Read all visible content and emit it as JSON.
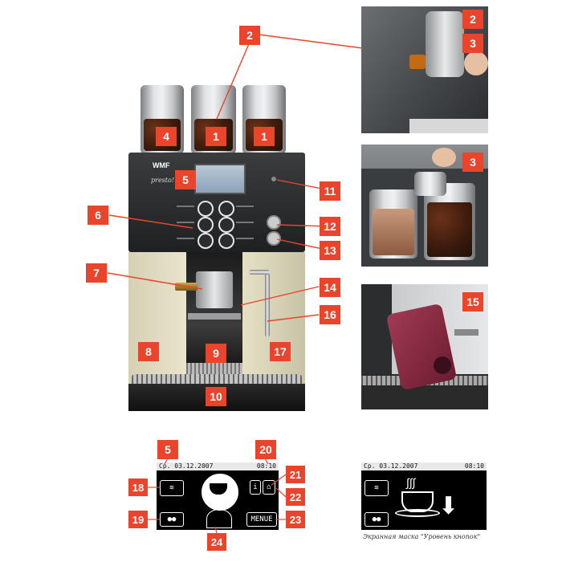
{
  "callouts": {
    "n1": "1",
    "n2": "2",
    "n3": "3",
    "n4": "4",
    "n5": "5",
    "n6": "6",
    "n7": "7",
    "n8": "8",
    "n9": "9",
    "n10": "10",
    "n11": "11",
    "n12": "12",
    "n13": "13",
    "n14": "14",
    "n15": "15",
    "n16": "16",
    "n17": "17",
    "n18": "18",
    "n19": "19",
    "n20": "20",
    "n21": "21",
    "n22": "22",
    "n23": "23",
    "n24": "24"
  },
  "machine": {
    "brand": "WMF",
    "model_script": "presto!"
  },
  "display_left": {
    "date": "Ср. 03.12.2007",
    "time": "08:10",
    "menu_label": "MENUE"
  },
  "display_right": {
    "date": "Ср. 03.12.2007",
    "time": "08:10"
  },
  "caption": "Экранная маска \"Уровень кнопок\"",
  "colors": {
    "callout": "#e8452c",
    "panel": "#2f3133",
    "steel": "#c9cbcd",
    "cream": "#e6e0c8"
  },
  "icons": [
    "beans-hopper",
    "coffee-cup-icon",
    "steam-icon",
    "double-bean-icon",
    "info-icon",
    "house-icon",
    "arrow-down-icon",
    "brew-unit"
  ]
}
